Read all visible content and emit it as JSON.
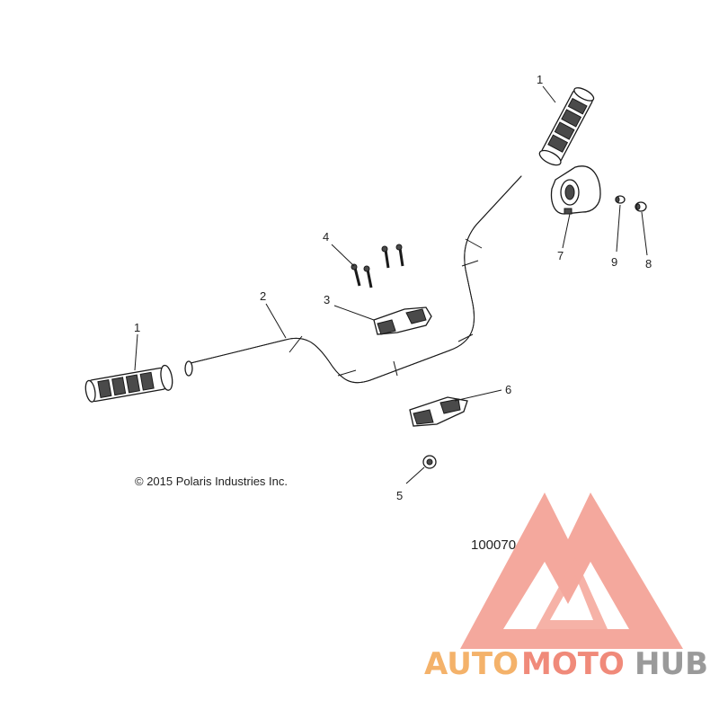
{
  "diagram": {
    "copyright": "© 2015 Polaris Industries Inc.",
    "reference_number": "100070",
    "callouts": [
      {
        "id": "1",
        "part": "grip-right"
      },
      {
        "id": "1",
        "part": "grip-left"
      },
      {
        "id": "2",
        "part": "handlebar"
      },
      {
        "id": "3",
        "part": "upper-clamp"
      },
      {
        "id": "4",
        "part": "bolts"
      },
      {
        "id": "5",
        "part": "nut"
      },
      {
        "id": "6",
        "part": "lower-clamp"
      },
      {
        "id": "7",
        "part": "throttle-housing"
      },
      {
        "id": "8",
        "part": "cap"
      },
      {
        "id": "9",
        "part": "screw"
      }
    ]
  },
  "watermark": {
    "brand_part1": "AUTO",
    "brand_part2": "MOTO",
    "brand_part3": "HUB",
    "colors": {
      "auto": "#f4b26a",
      "moto": "#f08a7a",
      "hub": "#9a9a9a",
      "triangle": "#f39a8c"
    }
  }
}
